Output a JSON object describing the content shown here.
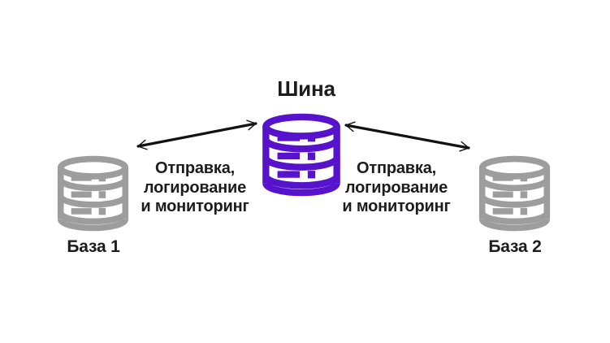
{
  "colors": {
    "bus": "#5713CB",
    "storage": "#9D9D9D",
    "text": "#1C1C1C",
    "arrow": "#111111",
    "background": "#FFFFFF"
  },
  "bus": {
    "label": "Шина"
  },
  "databases": [
    {
      "label": "База 1"
    },
    {
      "label": "База 2"
    }
  ],
  "links": [
    {
      "note": "Отправка,\nлогирование\nи мониторинг"
    },
    {
      "note": "Отправка,\nлогирование\nи мониторинг"
    }
  ]
}
